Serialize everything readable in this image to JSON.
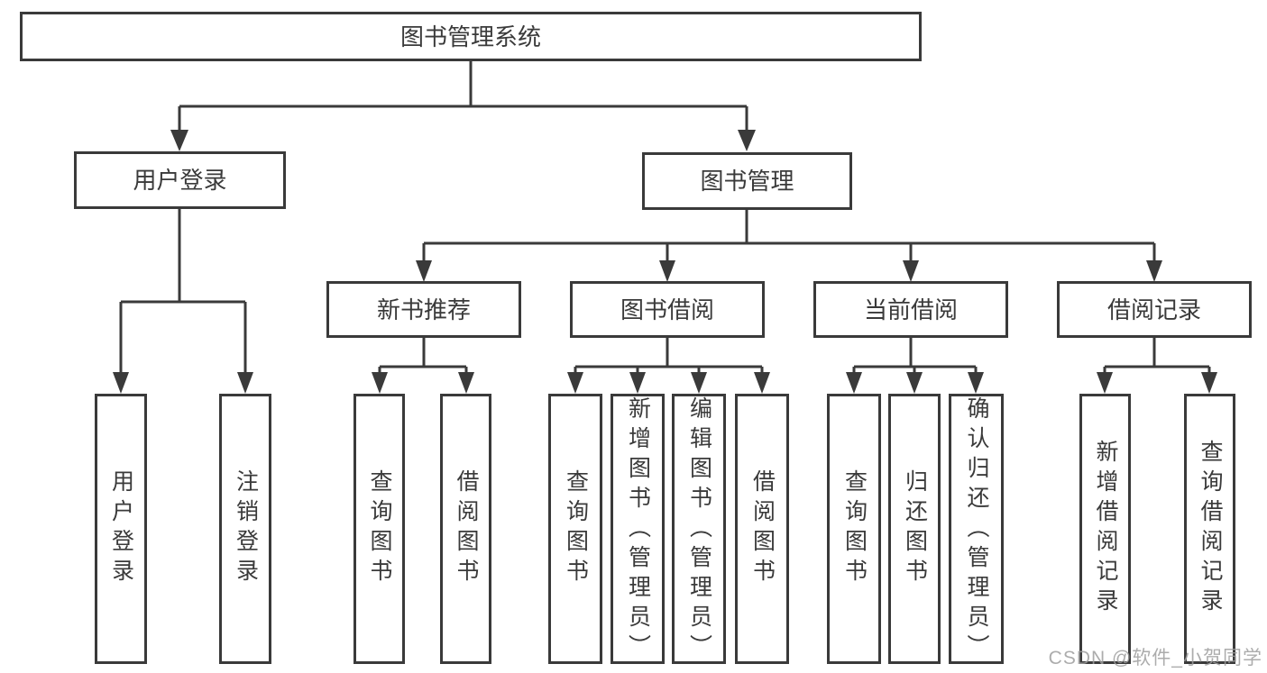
{
  "colors": {
    "line": "#3a3a3a",
    "text": "#3a3a3a",
    "box_background": "#ffffff",
    "watermark": "#9e9e9e",
    "background": "#ffffff"
  },
  "watermark": {
    "text": "CSDN @软件_小贺同学"
  },
  "tree": {
    "root": {
      "label": "图书管理系统"
    },
    "branches": [
      {
        "label": "用户登录",
        "children": [
          {
            "label": "用户登录"
          },
          {
            "label": "注销登录"
          }
        ]
      },
      {
        "label": "图书管理",
        "children": [
          {
            "label": "新书推荐",
            "children": [
              {
                "label": "查询图书"
              },
              {
                "label": "借阅图书"
              }
            ]
          },
          {
            "label": "图书借阅",
            "children": [
              {
                "label": "查询图书"
              },
              {
                "label": "新增图书（管理员）"
              },
              {
                "label": "编辑图书（管理员）"
              },
              {
                "label": "借阅图书"
              }
            ]
          },
          {
            "label": "当前借阅",
            "children": [
              {
                "label": "查询图书"
              },
              {
                "label": "归还图书"
              },
              {
                "label": "确认归还（管理员）"
              }
            ]
          },
          {
            "label": "借阅记录",
            "children": [
              {
                "label": "新增借阅记录"
              },
              {
                "label": "查询借阅记录"
              }
            ]
          }
        ]
      }
    ]
  }
}
